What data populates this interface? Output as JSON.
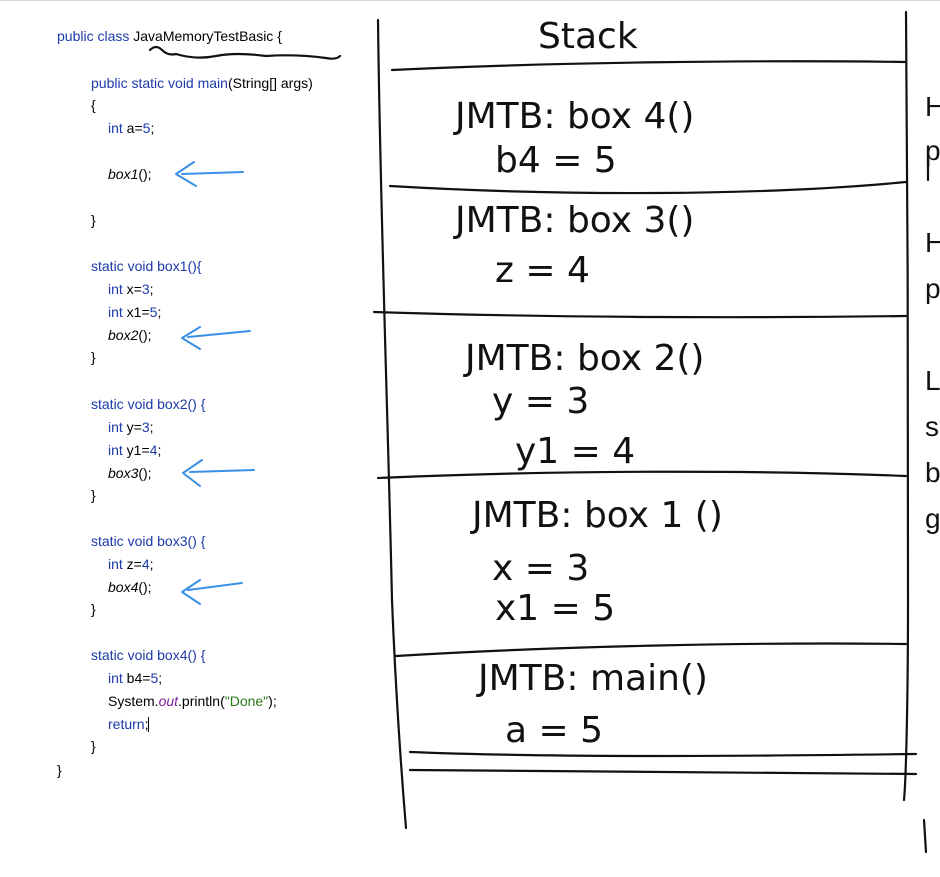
{
  "code": {
    "class_kw": "public class",
    "class_name": "JavaMemoryTestBasic {",
    "main_kw": "public static void",
    "main_name": "main",
    "main_args": "(String[] args)",
    "open_brace": "{",
    "close_brace": "}",
    "int_kw": "int",
    "main_a": " a=",
    "main_a_val": "5",
    "semi": ";",
    "main_call": "box1",
    "call_suffix": "();",
    "box1_kw": "static void",
    "box1_sig": " box1(){",
    "box1_x": " x=",
    "box1_x_val": "3",
    "box1_x1": " x1=",
    "box1_x1_val": "5",
    "box1_call": "box2",
    "box2_kw": "static void",
    "box2_sig": " box2() {",
    "box2_y": " y=",
    "box2_y_val": "3",
    "box2_y1": " y1=",
    "box2_y1_val": "4",
    "box2_call": "box3",
    "box3_kw": "static void",
    "box3_sig": " box3() {",
    "box3_z": " z=",
    "box3_z_val": "4",
    "box3_call": "box4",
    "box4_kw": "static void",
    "box4_sig": " box4() {",
    "box4_b4": " b4=",
    "box4_b4_val": "5",
    "println_pre": "System.",
    "println_field": "out",
    "println_mid": ".println(",
    "println_str": "\"Done\"",
    "println_post": ");",
    "return_kw": "return",
    "class_close": "}"
  },
  "stack": {
    "title": "Stack",
    "frames": [
      {
        "header": "JMTB: box 4()",
        "vars": [
          "b4 = 5"
        ]
      },
      {
        "header": "JMTB: box 3()",
        "vars": [
          "z = 4"
        ]
      },
      {
        "header": "JMTB: box 2()",
        "vars": [
          "y = 3",
          "y1 = 4"
        ]
      },
      {
        "header": "JMTB: box 1 ()",
        "vars": [
          "x = 3",
          "x1 = 5"
        ]
      },
      {
        "header": "JMTB: main()",
        "vars": [
          "a = 5"
        ]
      }
    ]
  },
  "right_column_letters": [
    "H",
    "p",
    "H",
    "p",
    "L",
    "s",
    "b",
    "g"
  ],
  "colors": {
    "keyword": "#1c3aa9",
    "string": "#2a7a1a",
    "field": "#7f1f9f",
    "arrow": "#3b8fe6",
    "ink": "#111111"
  }
}
